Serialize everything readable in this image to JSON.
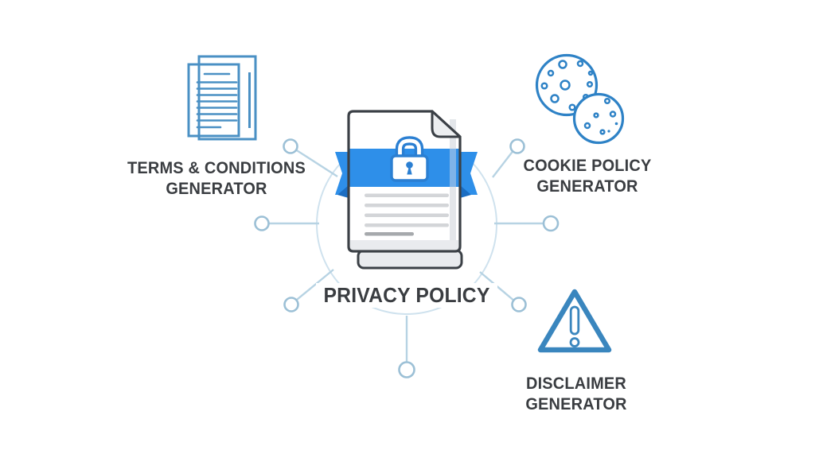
{
  "diagram": {
    "type": "hub-and-spoke infographic",
    "center": {
      "title": "PRIVACY POLICY",
      "icon": "locked-document-icon"
    },
    "items": {
      "terms": {
        "line1": "TERMS & CONDITIONS",
        "line2": "GENERATOR",
        "icon": "documents-icon",
        "position": "upper-left"
      },
      "cookie": {
        "line1": "COOKIE POLICY",
        "line2": "GENERATOR",
        "icon": "cookies-icon",
        "position": "upper-right"
      },
      "disclaimer": {
        "line1": "DISCLAIMER",
        "line2": "GENERATOR",
        "icon": "warning-triangle-icon",
        "position": "lower-right"
      }
    },
    "connector_count": 7
  },
  "colors": {
    "outline-dark": "#3b4046",
    "ribbon-blue": "#2e8fe9",
    "ribbon-fold": "#1b6dc2",
    "lock-blue": "#2b7fd2",
    "papers-blue": "#4a90c4",
    "cookie-blue": "#2e82c6",
    "warning-blue": "#3a86be",
    "connector": "#b7d3e3",
    "node-stroke": "#9cc0d6",
    "hub-circle": "#cfe2ee",
    "label-dark": "#3a3d41",
    "line-gray": "#d3d5d8",
    "line-gray-dark": "#a6a9ac",
    "page-shade": "#e9ebee",
    "background": "#ffffff"
  }
}
